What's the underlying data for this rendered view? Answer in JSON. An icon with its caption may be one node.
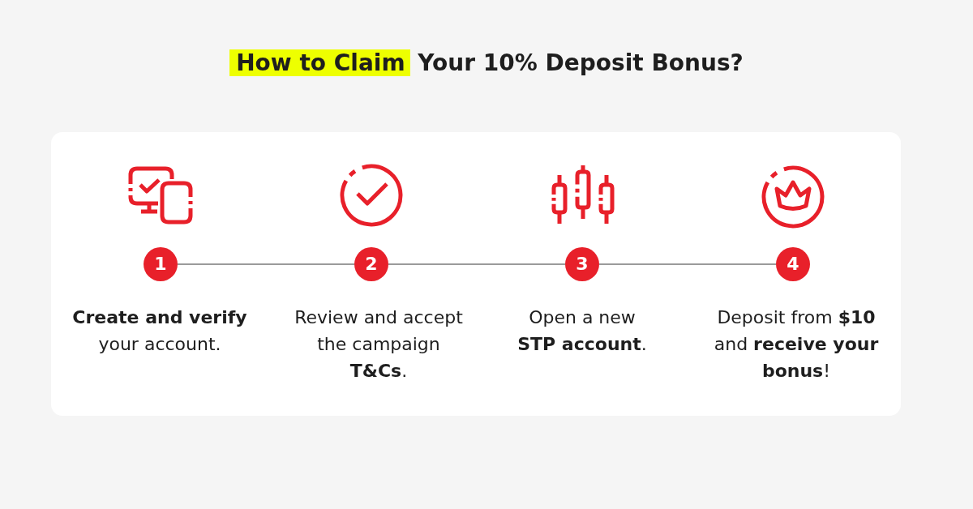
{
  "diagram": {
    "title": "How to Claim Your 10% Deposit Bonus?",
    "nodes": [
      {
        "text": [],
        "shape": "box"
      },
      {
        "text": [
          "1"
        ],
        "in": 0,
        "beside": [
          "**Create and verify** your account."
        ]
      },
      {
        "text": [
          "2"
        ],
        "in": 0,
        "beside": [
          "Review and accept the campaign **T&Cs**."
        ]
      },
      {
        "text": [
          "3"
        ],
        "in": 0,
        "beside": [
          "Open a new **STP account**."
        ]
      },
      {
        "text": [
          "4"
        ],
        "in": 0,
        "beside": [
          "Deposit from **$10** and **receive your bonus**!"
        ]
      }
    ],
    "edges": [
      {
        "from": 1,
        "to": 2,
        "arrow": "none"
      },
      {
        "from": 2,
        "to": 3,
        "arrow": "none"
      },
      {
        "from": 3,
        "to": 4,
        "arrow": "none"
      }
    ]
  }
}
